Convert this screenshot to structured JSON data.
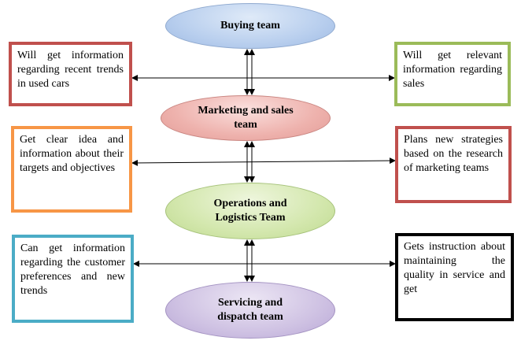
{
  "nodes": {
    "buying": "Buying team",
    "marketing": "Marketing and sales team",
    "operations": "Operations and Logistics Team",
    "servicing": "Servicing and dispatch team"
  },
  "notes": {
    "left_1": "Will get information regarding recent trends in used cars",
    "right_1": "Will get relevant information regarding sales",
    "left_2": "Get clear idea and information about their targets and objectives",
    "right_2": "Plans new strategies based on the research of marketing teams",
    "left_3": "Can get information regarding the customer preferences and new trends",
    "right_3": "Gets instruction about maintaining the quality in service and get"
  },
  "colors": {
    "buying": "#b9cfee",
    "marketing": "#eeb2ad",
    "operations": "#d3e7ad",
    "servicing": "#cfc2e3",
    "box_left_1": "#c0504d",
    "box_right_1": "#9bbb59",
    "box_left_2": "#f79646",
    "box_right_2": "#c0504d",
    "box_left_3": "#4bacc6",
    "box_right_3": "#000000"
  }
}
